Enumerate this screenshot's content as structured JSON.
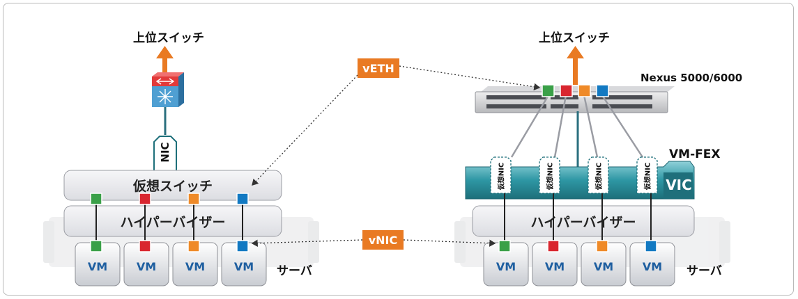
{
  "left_panel": {
    "uplink_label": "上位スイッチ",
    "nic_label": "NIC",
    "vswitch_label": "仮想スイッチ",
    "hypervisor_label": "ハイパーバイザー",
    "server_label": "サーバ",
    "vm_labels": [
      "VM",
      "VM",
      "VM",
      "VM"
    ]
  },
  "right_panel": {
    "uplink_label": "上位スイッチ",
    "switch_model": "Nexus 5000/6000",
    "vmfex_label": "VM-FEX",
    "vic_label": "VIC",
    "vnic_labels": [
      "仮想NIC",
      "仮想NIC",
      "仮想NIC",
      "仮想NIC"
    ],
    "hypervisor_label": "ハイパーバイザー",
    "server_label": "サーバ",
    "vm_labels": [
      "VM",
      "VM",
      "VM",
      "VM"
    ]
  },
  "tags": {
    "veth": "vETH",
    "vnic": "vNIC"
  },
  "colors": {
    "port_green": "#3aa048",
    "port_red": "#d9262f",
    "port_orange": "#ef8a28",
    "port_blue": "#1279c2",
    "accent_orange": "#e97a23",
    "vic_teal": "#2b8b97"
  }
}
